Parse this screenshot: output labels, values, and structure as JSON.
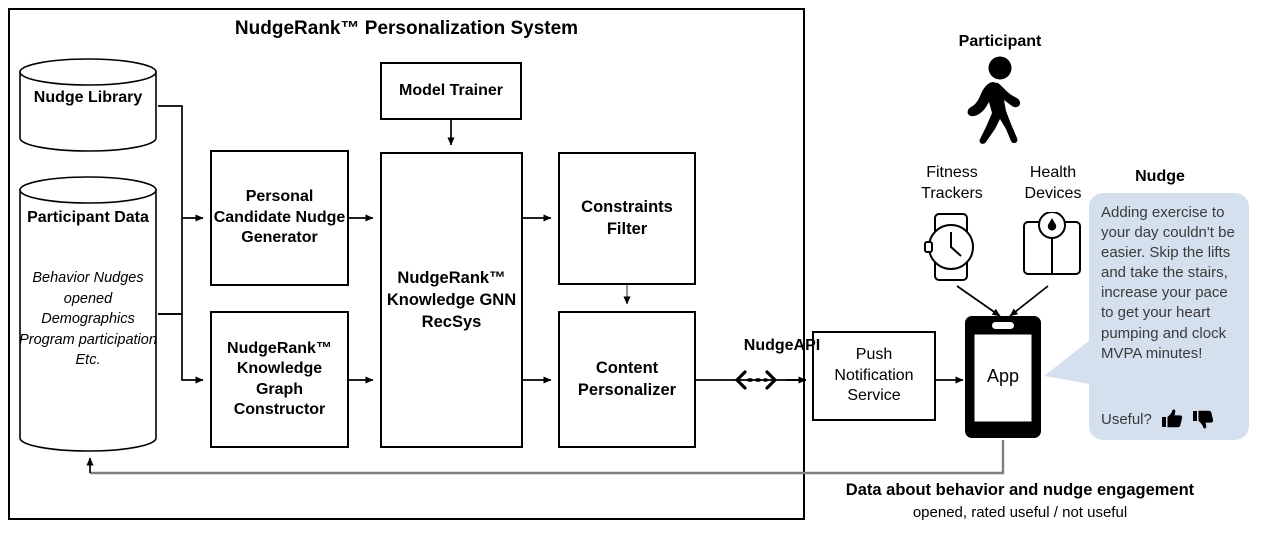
{
  "title": "NudgeRank™ Personalization System",
  "system": {
    "stores": [
      {
        "name": "nudge-library",
        "label": "Nudge\nLibrary"
      },
      {
        "name": "participant-data",
        "label": "Participant\nData",
        "details": "Behavior\nNudges\nopened\nDemographics\nProgram\nparticipation\nEtc."
      }
    ],
    "modules": [
      {
        "name": "personal-candidate-nudge-generator",
        "label": "Personal\nCandidate\nNudge\nGenerator"
      },
      {
        "name": "knowledge-graph-constructor",
        "label": "NudgeRank™\nKnowledge\nGraph\nConstructor"
      },
      {
        "name": "model-trainer",
        "label": "Model\nTrainer"
      },
      {
        "name": "gnn-recsys",
        "label": "NudgeRank™\nKnowledge\nGNN RecSys"
      },
      {
        "name": "constraints-filter",
        "label": "Constraints\nFilter"
      },
      {
        "name": "content-personalizer",
        "label": "Content\nPersonalizer"
      }
    ]
  },
  "api": {
    "label": "NudgeAPI"
  },
  "delivery": {
    "push_service": "Push\nNotification\nService",
    "app_screen": "App"
  },
  "participant": {
    "label": "Participant",
    "devices": [
      {
        "name": "fitness-trackers",
        "label": "Fitness\nTrackers",
        "icon": "watch-icon"
      },
      {
        "name": "health-devices",
        "label": "Health\nDevices",
        "icon": "scale-icon"
      }
    ]
  },
  "nudge": {
    "heading": "Nudge",
    "message": "Adding exercise to your day couldn't be easier. Skip the lifts and take the stairs, increase your pace to get your heart pumping and clock MVPA minutes!",
    "feedback_prompt": "Useful?",
    "thumbs_up": "👍",
    "thumbs_down": "👎",
    "bubble_color": "#d5e0ef"
  },
  "feedback": {
    "headline": "Data about behavior and nudge engagement",
    "subline": "opened, rated useful / not useful"
  },
  "colors": {
    "stroke": "#000000",
    "gray_line": "#7f7f7f",
    "bubble": "#d5e0ef"
  }
}
